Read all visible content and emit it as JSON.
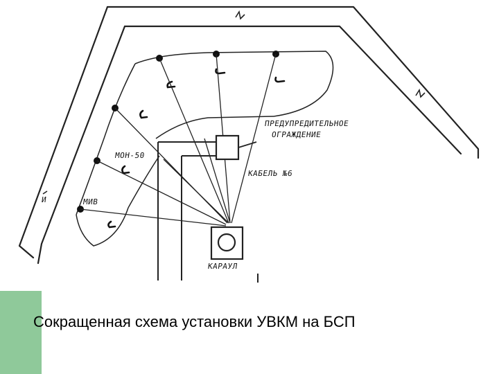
{
  "diagram": {
    "labels": {
      "warning_fence_line1": "ПРЕДУПРЕДИТЕЛЬНОЕ",
      "warning_fence_line2": "ОГРАЖДЕНИЕ",
      "mon_label": "МОН-50",
      "cable_label": "КАБЕЛЬ №6",
      "miv_label": "МИВ",
      "guard_label": "КАРАУЛ",
      "fence_mark": "И"
    },
    "line_color": "#222222"
  },
  "caption": {
    "text": "Сокращенная схема установки УВКМ на БСП"
  },
  "accent_color": "#8fc99a"
}
